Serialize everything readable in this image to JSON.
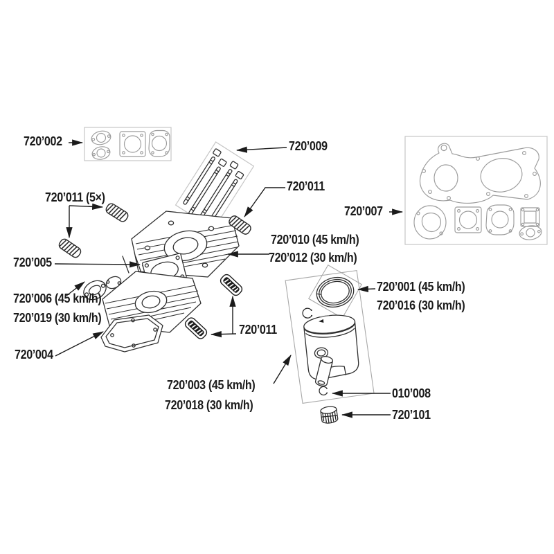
{
  "colors": {
    "background": "#ffffff",
    "label_text": "#1b1b1b",
    "part_line": "#2f2f2f",
    "gasket_line": "#9b9b9b",
    "box_border": "#c6c6c6",
    "accent_dark": "#1c1c1c"
  },
  "labels": {
    "l_720_002": "720’002",
    "l_720_009": "720’009",
    "l_720_011_top": "720’011",
    "l_720_011_qty": "720’011 (5×)",
    "l_720_005": "720’005",
    "l_720_006": "720’006 (45 km/h)",
    "l_720_019": "720’019 (30 km/h)",
    "l_720_004": "720’004",
    "l_720_010": "720’010 (45 km/h)",
    "l_720_012": "720’012 (30 km/h)",
    "l_720_007": "720’007",
    "l_720_011_bottom": "720’011",
    "l_720_001": "720’001 (45 km/h)",
    "l_720_016": "720’016 (30 km/h)",
    "l_720_003": "720’003 (45 km/h)",
    "l_720_018": "720’018 (30 km/h)",
    "l_010_008": "010’008",
    "l_720_101": "720’101"
  }
}
